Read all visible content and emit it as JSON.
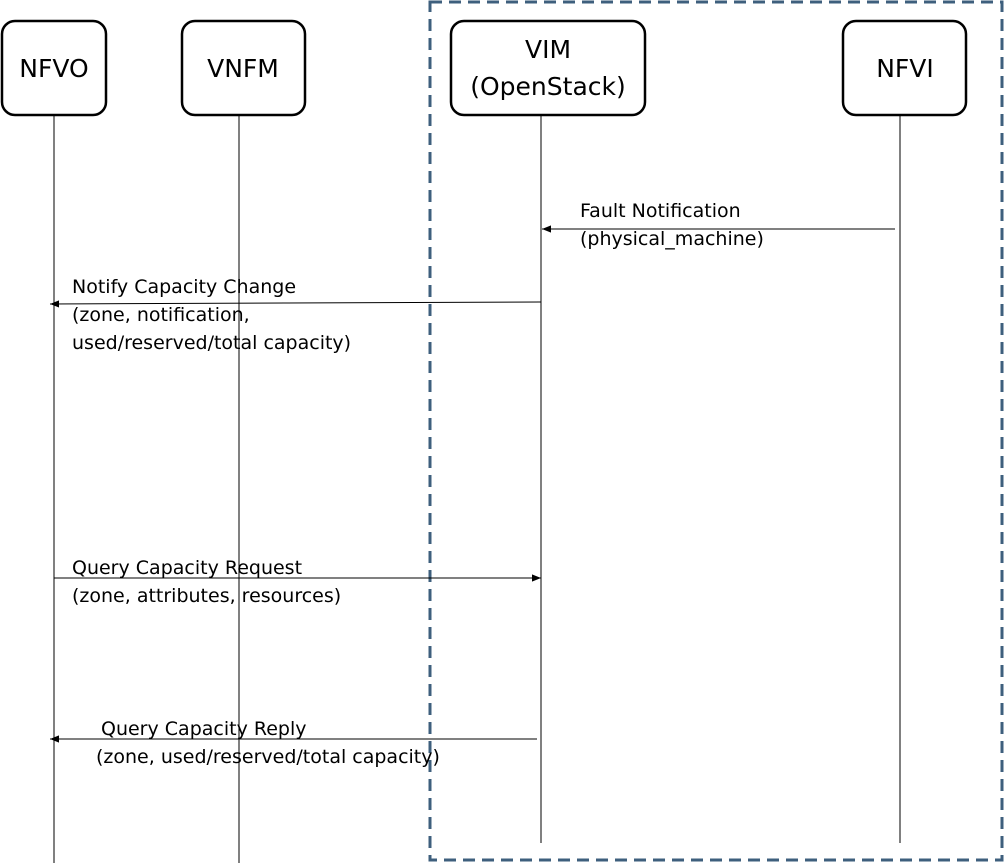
{
  "actors": [
    {
      "id": "nfvo",
      "lines": [
        "NFVO"
      ]
    },
    {
      "id": "vnfm",
      "lines": [
        "VNFM"
      ]
    },
    {
      "id": "vim",
      "lines": [
        "VIM",
        "(OpenStack)"
      ]
    },
    {
      "id": "nfvi",
      "lines": [
        "NFVI"
      ]
    }
  ],
  "boundary": {
    "color": "#3e5f7d",
    "encloses": [
      "vim",
      "nfvi"
    ]
  },
  "messages": [
    {
      "id": "fault-notification",
      "from": "nfvi",
      "to": "vim",
      "lines": [
        "Fault Notification",
        "(physical_machine)"
      ]
    },
    {
      "id": "notify-capacity-change",
      "from": "vim",
      "to": "nfvo",
      "lines": [
        "Notify Capacity Change",
        "(zone, notification,",
        "used/reserved/total  capacity)"
      ]
    },
    {
      "id": "query-capacity-request",
      "from": "nfvo",
      "to": "vim",
      "lines": [
        "Query Capacity Request",
        "(zone, attributes, resources)"
      ]
    },
    {
      "id": "query-capacity-reply",
      "from": "vim",
      "to": "nfvo",
      "lines": [
        "Query Capacity Reply",
        "(zone, used/reserved/total  capacity)"
      ]
    }
  ]
}
